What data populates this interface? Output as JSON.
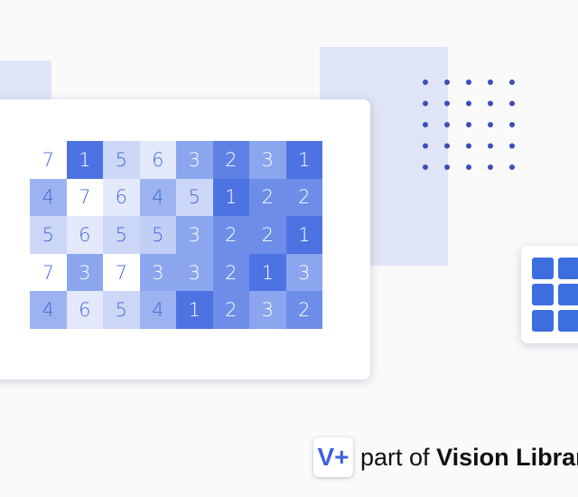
{
  "colors": {
    "accent": "#3c6ee0",
    "dot": "#3b4fb8",
    "deco": "#dfe5f6",
    "text": "#4469d6",
    "text_on_dark": "#ffffff"
  },
  "heatmap": {
    "rows": [
      [
        7,
        1,
        5,
        6,
        3,
        2,
        3,
        1
      ],
      [
        4,
        7,
        6,
        4,
        5,
        1,
        2,
        2
      ],
      [
        5,
        6,
        5,
        5,
        3,
        2,
        2,
        1
      ],
      [
        7,
        3,
        7,
        3,
        3,
        2,
        1,
        3
      ],
      [
        4,
        6,
        5,
        4,
        1,
        2,
        3,
        2
      ]
    ],
    "cell_colors": [
      [
        "#ffffff",
        "#4d73e3",
        "#ccd7f7",
        "#e3e9fb",
        "#8ba6ee",
        "#5f81e6",
        "#8ba6ee",
        "#4d73e3"
      ],
      [
        "#9db3f1",
        "#ffffff",
        "#e3e9fb",
        "#9db3f1",
        "#ccd7f7",
        "#4d73e3",
        "#6d8de9",
        "#6d8de9"
      ],
      [
        "#ccd7f7",
        "#e3e9fb",
        "#ccd7f7",
        "#c1cef6",
        "#8ba6ee",
        "#6d8de9",
        "#6d8de9",
        "#4d73e3"
      ],
      [
        "#ffffff",
        "#8ba6ee",
        "#ffffff",
        "#8ba6ee",
        "#8ba6ee",
        "#6d8de9",
        "#4d73e3",
        "#8ba6ee"
      ],
      [
        "#9db3f1",
        "#e3e9fb",
        "#ccd7f7",
        "#9db3f1",
        "#4d73e3",
        "#6d8de9",
        "#8ba6ee",
        "#6d8de9"
      ]
    ]
  },
  "side_card": {
    "icon": "grid-icon"
  },
  "brand": {
    "logo_text": "V+",
    "prefix": "part of",
    "name": "Vision Library"
  }
}
